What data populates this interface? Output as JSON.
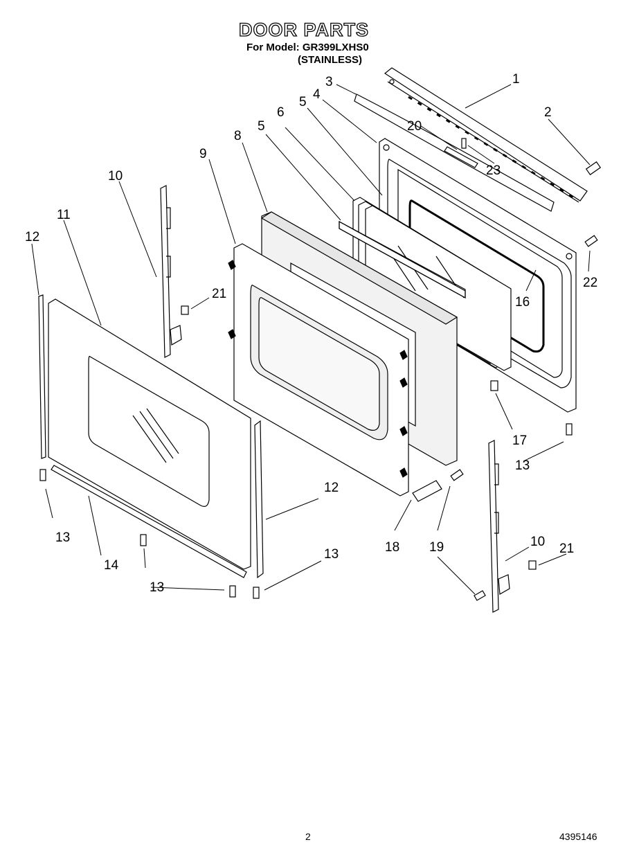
{
  "header": {
    "title": "DOOR PARTS",
    "model_line": "For Model: GR399LXHS0",
    "finish_line": "(STAINLESS)"
  },
  "footer": {
    "page_number": "2",
    "document_number": "4395146"
  },
  "callouts": {
    "c1": "1",
    "c2": "2",
    "c3": "3",
    "c4": "4",
    "c5a": "5",
    "c5b": "5",
    "c6": "6",
    "c8": "8",
    "c9": "9",
    "c10a": "10",
    "c10b": "10",
    "c11": "11",
    "c12a": "12",
    "c12b": "12",
    "c13a": "13",
    "c13b": "13",
    "c13c": "13",
    "c13d": "13",
    "c14": "14",
    "c16": "16",
    "c17": "17",
    "c18": "18",
    "c19": "19",
    "c20": "20",
    "c21a": "21",
    "c21b": "21",
    "c22": "22",
    "c23": "23"
  }
}
